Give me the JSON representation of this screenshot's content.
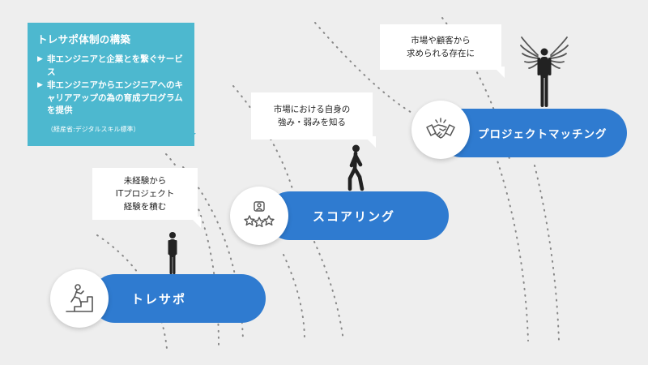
{
  "info_box": {
    "title": "トレサポ体制の構築",
    "items": [
      "非エンジニアと企業とを繋ぐサービス",
      "非エンジニアからエンジニアへのキャリアアップの為の育成プログラムを提供"
    ],
    "note": "（経産省:デジタルスキル標準）"
  },
  "bubbles": [
    {
      "lines": [
        "未経験から",
        "ITプロジェクト",
        "経験を積む"
      ]
    },
    {
      "lines": [
        "市場における自身の",
        "強み・弱みを知る"
      ]
    },
    {
      "lines": [
        "市場や顧客から",
        "求められる存在に"
      ]
    }
  ],
  "steps": [
    {
      "label": "トレサポ",
      "icon": "stairs-climbing-person-icon"
    },
    {
      "label": "スコアリング",
      "icon": "person-with-stars-icon"
    },
    {
      "label": "プロジェクトマッチング",
      "icon": "handshake-icon"
    }
  ],
  "colors": {
    "background": "#eeeeee",
    "info_box": "#4db8cf",
    "pill": "#2f7bd0",
    "figure": "#222222",
    "icon_stroke": "#555555",
    "arc": "#888888"
  }
}
